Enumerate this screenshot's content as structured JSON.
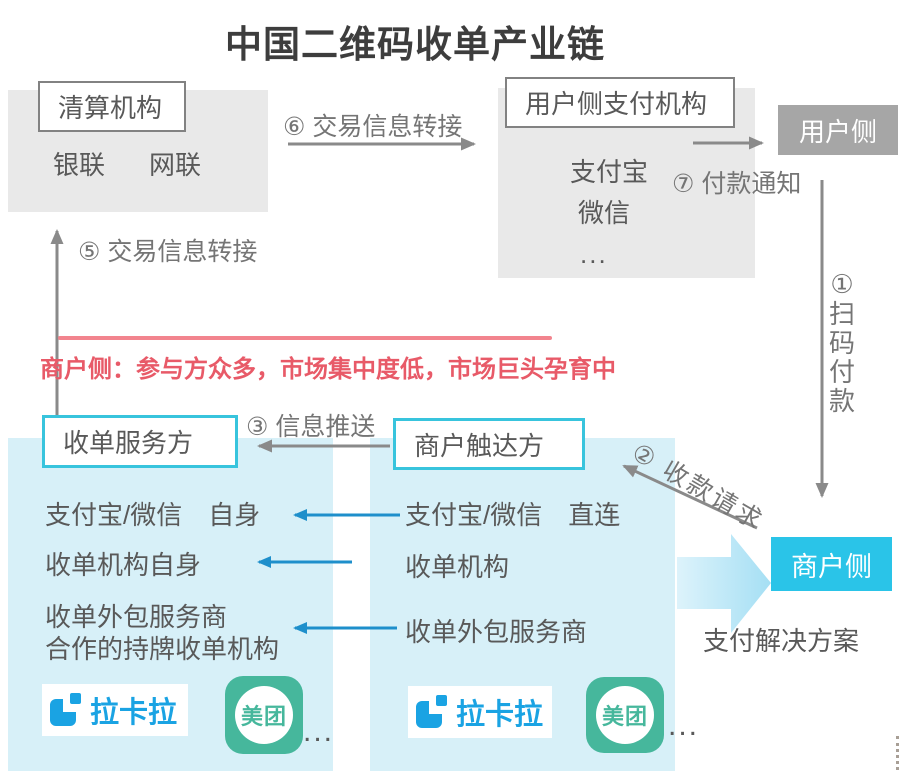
{
  "title": "中国二维码收单产业链",
  "clearing": {
    "label": "清算机构",
    "member1": "银联",
    "member2": "网联"
  },
  "user_payment": {
    "label": "用户侧支付机构",
    "member1": "支付宝",
    "member2": "微信",
    "member3": "..."
  },
  "user_side_label": "用户侧",
  "merchant_side_label": "商户侧",
  "flows": {
    "scan_number": "①",
    "scan_text": "扫码付款",
    "collect": "② 收款请求",
    "push": "③ 信息推送",
    "transfer_up": "⑤ 交易信息转接",
    "transfer_right": "⑥ 交易信息转接",
    "notify": "⑦ 付款通知"
  },
  "banner_text": "商户侧：参与方众多，市场集中度低，市场巨头孕育中",
  "acquirer_panel": {
    "label": "收单服务方",
    "row1": "支付宝/微信　自身",
    "row2": "收单机构自身",
    "row3": "收单外包服务商\n合作的持牌收单机构"
  },
  "reach_panel": {
    "label": "商户触达方",
    "row1": "支付宝/微信　直连",
    "row2": "收单机构",
    "row3": "收单外包服务商"
  },
  "solution_label": "支付解决方案",
  "logos": {
    "lakala": "拉卡拉",
    "meituan": "美团",
    "more": "..."
  },
  "colors": {
    "gray_box": "#e9e9e9",
    "dark_gray_box": "#a6a6a6",
    "panel_blue": "#d7f0f8",
    "cyan_border": "#38c4dd",
    "cyan_box": "#2ac4e8",
    "pink_line": "#f2848e",
    "red_text": "#e85a68",
    "blue_arrow": "#1e8fcb",
    "gray_arrow": "#8a8a8a",
    "lakala_blue": "#1aa3e3",
    "meituan_teal": "#46b79c"
  }
}
